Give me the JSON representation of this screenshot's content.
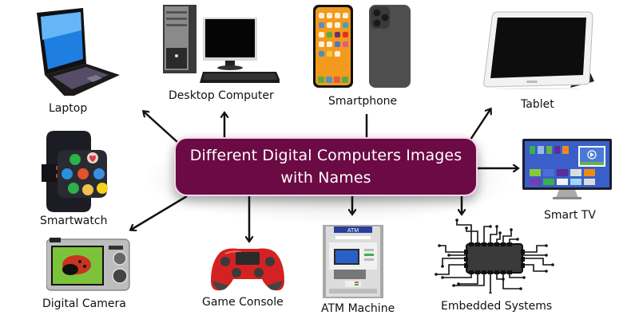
{
  "title": {
    "line1": "Different Digital Computers Images",
    "line2": "with Names"
  },
  "colors": {
    "hub_fill": "#6b0a44",
    "hub_border": "#f1d7e6",
    "arrow": "#111111",
    "text": "#111111"
  },
  "devices": [
    {
      "name": "Laptop",
      "icon": "laptop-icon"
    },
    {
      "name": "Desktop Computer",
      "icon": "desktop-computer-icon"
    },
    {
      "name": "Smartphone",
      "icon": "smartphone-icon"
    },
    {
      "name": "Tablet",
      "icon": "tablet-icon"
    },
    {
      "name": "Smartwatch",
      "icon": "smartwatch-icon"
    },
    {
      "name": "Smart TV",
      "icon": "smart-tv-icon"
    },
    {
      "name": "Digital Camera",
      "icon": "digital-camera-icon"
    },
    {
      "name": "Game Console",
      "icon": "game-controller-icon"
    },
    {
      "name": "ATM Machine",
      "icon": "atm-machine-icon"
    },
    {
      "name": "Embedded Systems",
      "icon": "microchip-icon"
    }
  ],
  "atm_sign": "ATM"
}
